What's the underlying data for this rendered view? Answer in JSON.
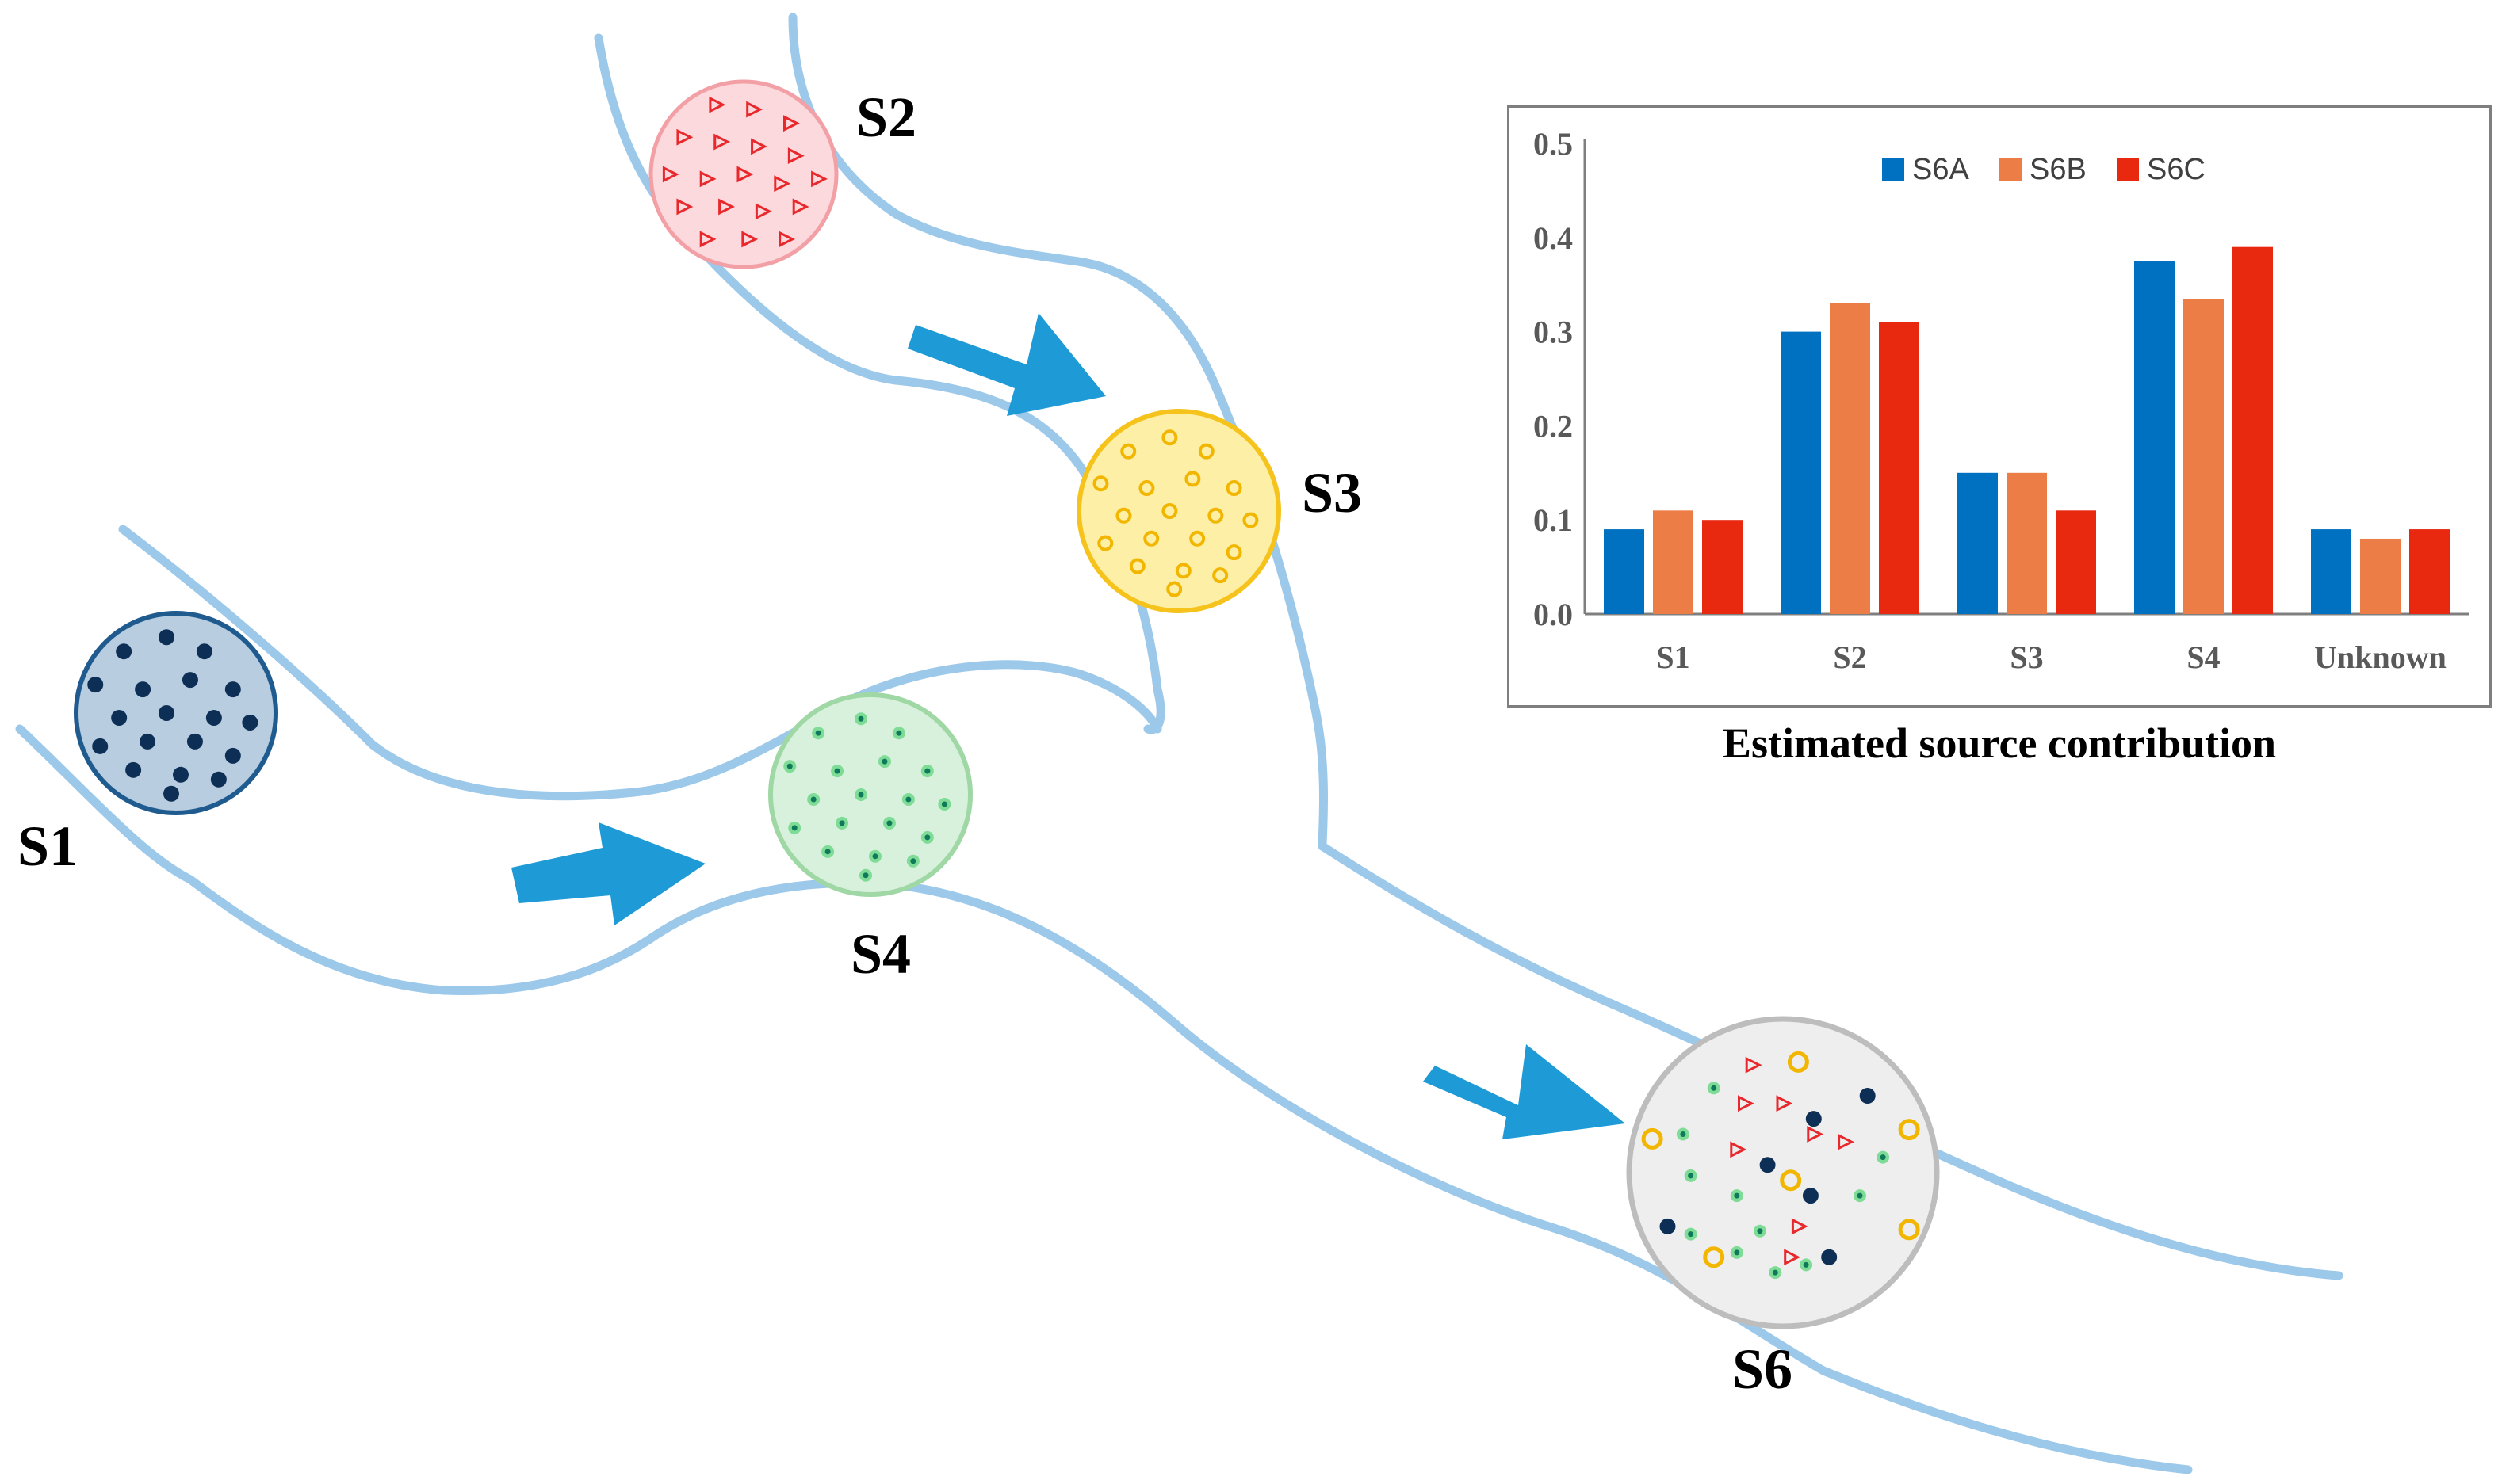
{
  "sites": {
    "s1": "S1",
    "s2": "S2",
    "s3": "S3",
    "s4": "S4",
    "s6": "S6"
  },
  "colors": {
    "river": "#9cc8ea",
    "arrow": "#1e9ad6",
    "s1_fill": "#b8cde0",
    "s1_stroke": "#1f5b8f",
    "s1_marker": "#0e2f55",
    "s2_fill": "#fcd9dc",
    "s2_stroke": "#f2a0a6",
    "s2_marker": "#e8282c",
    "s3_fill": "#fdf0a6",
    "s3_stroke": "#f5c31c",
    "s3_marker": "#f2b600",
    "s4_fill": "#d8f1dc",
    "s4_stroke": "#9fd8a5",
    "s4_marker": "#0e7a5a",
    "s6_fill": "#eeeeee",
    "s6_stroke": "#bdbdbd"
  },
  "chart_data": {
    "type": "bar",
    "title": "Estimated source contribution",
    "categories": [
      "S1",
      "S2",
      "S3",
      "S4",
      "Unknown"
    ],
    "series": [
      {
        "name": "S6A",
        "color": "#0070c0",
        "values": [
          0.09,
          0.3,
          0.15,
          0.375,
          0.09
        ]
      },
      {
        "name": "S6B",
        "color": "#ed7d46",
        "values": [
          0.11,
          0.33,
          0.15,
          0.335,
          0.08
        ]
      },
      {
        "name": "S6C",
        "color": "#e8280f",
        "values": [
          0.1,
          0.31,
          0.11,
          0.39,
          0.09
        ]
      }
    ],
    "yticks": [
      "0.0",
      "0.1",
      "0.2",
      "0.3",
      "0.4",
      "0.5"
    ],
    "ylim": [
      0,
      0.5
    ],
    "legend": "top",
    "grid": false
  }
}
